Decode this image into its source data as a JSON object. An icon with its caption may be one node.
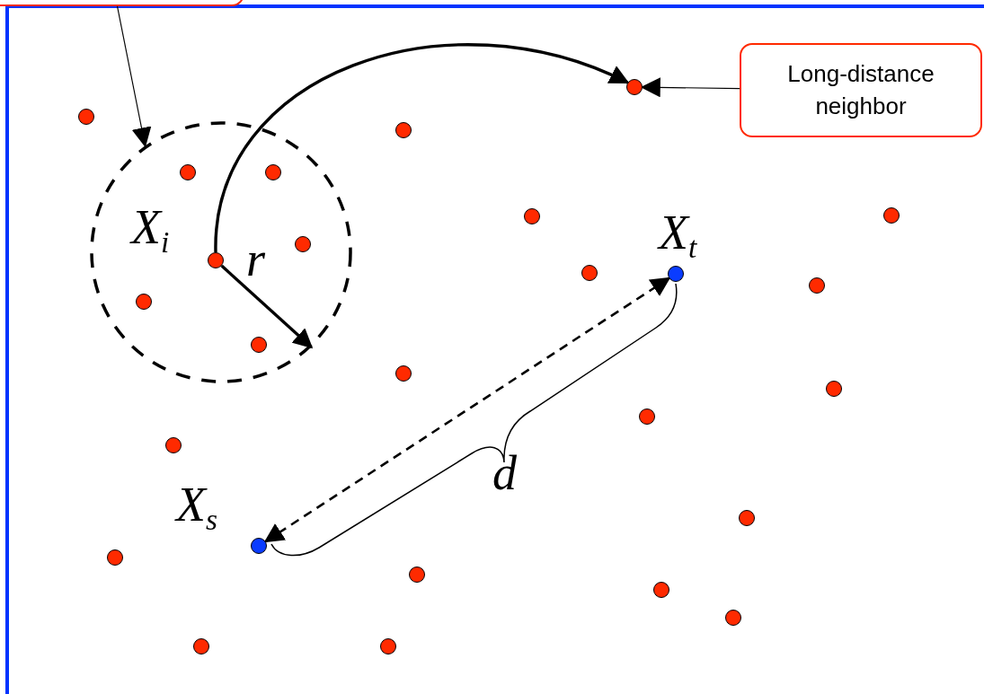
{
  "diagram": {
    "nodes": [
      {
        "text": [],
        "shape": "box"
      },
      {
        "text": [
          "Long-distance neighbor"
        ]
      },
      {
        "text": [],
        "shape": "circle"
      },
      {
        "text": [],
        "shape": "circle"
      },
      {
        "text": [],
        "shape": "circle"
      },
      {
        "text": [],
        "shape": "circle"
      },
      {
        "text": [],
        "shape": "circle",
        "in": 2
      },
      {
        "text": [],
        "shape": "circle",
        "in": 2
      },
      {
        "text": [],
        "shape": "circle"
      },
      {
        "text": [],
        "shape": "circle"
      },
      {
        "text": [],
        "shape": "circle",
        "in": 2
      },
      {
        "text": [],
        "shape": "circle",
        "in": 2,
        "beside": [
          "X$_{i}$"
        ]
      },
      {
        "text": [],
        "shape": "circle"
      },
      {
        "text": [],
        "shape": "circle",
        "beside": [
          "X$_{t}$"
        ]
      },
      {
        "text": [],
        "shape": "circle"
      },
      {
        "text": [],
        "shape": "circle",
        "in": 2
      },
      {
        "text": [],
        "shape": "circle",
        "in": 2
      },
      {
        "text": [],
        "shape": "circle"
      },
      {
        "text": [],
        "shape": "circle"
      },
      {
        "text": [],
        "shape": "circle"
      },
      {
        "text": [],
        "shape": "circle"
      },
      {
        "text": [],
        "shape": "circle"
      },
      {
        "text": [],
        "shape": "circle",
        "beside": [
          "X$_{s}$"
        ]
      },
      {
        "text": [],
        "shape": "circle"
      },
      {
        "text": [],
        "shape": "circle"
      },
      {
        "text": [],
        "shape": "circle"
      },
      {
        "text": [],
        "shape": "circle"
      },
      {
        "text": [],
        "shape": "circle"
      },
      {
        "text": [],
        "shape": "circle"
      }
    ],
    "edges": [
      {
        "from": 0,
        "to": 2,
        "arrow": "to"
      },
      {
        "from": 1,
        "to": 3,
        "arrow": "to"
      },
      {
        "from": 11,
        "to": 3,
        "arrow": "to"
      },
      {
        "from": 22,
        "to": 13,
        "arrow": "both",
        "style": "dashed"
      },
      {
        "from": 11,
        "to": 2,
        "arrow": "to"
      }
    ],
    "labels": [
      "r",
      "d"
    ]
  }
}
